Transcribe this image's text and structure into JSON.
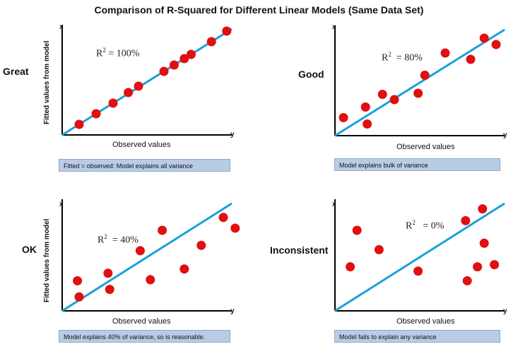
{
  "title": "Comparison of R-Squared for Different Linear Models (Same Data Set)",
  "labels": {
    "x_axis": "Observed values",
    "y_axis": "Fitted values from model",
    "x_letter": "x",
    "y_letter": "y"
  },
  "panels": [
    {
      "rating": "Great",
      "r2_label": "R",
      "r2_value": "= 100%",
      "caption": "Fitted = observed: Model explains all variance"
    },
    {
      "rating": "Good",
      "r2_label": "R",
      "r2_value": "= 80%",
      "caption": "Model explains bulk of variance"
    },
    {
      "rating": "OK",
      "r2_label": "R",
      "r2_value": "= 40%",
      "caption": "Model explains 40% of variance, so is reasonable."
    },
    {
      "rating": "Inconsistent",
      "r2_label": "R",
      "r2_value": "= 0%",
      "caption": "Model fails to explain any variance"
    }
  ],
  "colors": {
    "point": "#e01010",
    "fit_line": "#1aa0dc",
    "axis": "#000000",
    "caption_bg": "#b8cce4"
  },
  "chart_data": [
    {
      "type": "scatter",
      "title": "",
      "xlabel": "Observed values",
      "ylabel": "Fitted values from model",
      "xlim": [
        0,
        1
      ],
      "ylim": [
        0,
        1
      ],
      "fit_line": [
        [
          0,
          0
        ],
        [
          1,
          1
        ]
      ],
      "points": [
        [
          0.1,
          0.1
        ],
        [
          0.2,
          0.2
        ],
        [
          0.3,
          0.3
        ],
        [
          0.39,
          0.4
        ],
        [
          0.45,
          0.46
        ],
        [
          0.6,
          0.6
        ],
        [
          0.66,
          0.66
        ],
        [
          0.72,
          0.72
        ],
        [
          0.76,
          0.76
        ],
        [
          0.88,
          0.88
        ],
        [
          0.97,
          0.98
        ]
      ]
    },
    {
      "type": "scatter",
      "title": "",
      "xlabel": "Observed values",
      "ylabel": "",
      "xlim": [
        0,
        1
      ],
      "ylim": [
        0,
        1
      ],
      "fit_line": [
        [
          0,
          0
        ],
        [
          1,
          1
        ]
      ],
      "points": [
        [
          0.05,
          0.17
        ],
        [
          0.18,
          0.27
        ],
        [
          0.19,
          0.11
        ],
        [
          0.28,
          0.39
        ],
        [
          0.35,
          0.34
        ],
        [
          0.49,
          0.4
        ],
        [
          0.53,
          0.57
        ],
        [
          0.65,
          0.78
        ],
        [
          0.8,
          0.72
        ],
        [
          0.88,
          0.92
        ],
        [
          0.95,
          0.86
        ]
      ]
    },
    {
      "type": "scatter",
      "title": "",
      "xlabel": "Observed values",
      "ylabel": "Fitted values from model",
      "xlim": [
        0,
        1
      ],
      "ylim": [
        0,
        1
      ],
      "fit_line": [
        [
          0,
          0
        ],
        [
          1,
          1
        ]
      ],
      "points": [
        [
          0.09,
          0.28
        ],
        [
          0.1,
          0.13
        ],
        [
          0.27,
          0.35
        ],
        [
          0.28,
          0.2
        ],
        [
          0.46,
          0.56
        ],
        [
          0.52,
          0.29
        ],
        [
          0.59,
          0.75
        ],
        [
          0.72,
          0.39
        ],
        [
          0.82,
          0.61
        ],
        [
          0.95,
          0.87
        ],
        [
          1.02,
          0.77
        ]
      ]
    },
    {
      "type": "scatter",
      "title": "",
      "xlabel": "Observed values",
      "ylabel": "",
      "xlim": [
        0,
        1
      ],
      "ylim": [
        0,
        1
      ],
      "fit_line": [
        [
          0,
          0
        ],
        [
          1,
          1
        ]
      ],
      "points": [
        [
          0.09,
          0.41
        ],
        [
          0.13,
          0.75
        ],
        [
          0.26,
          0.57
        ],
        [
          0.49,
          0.37
        ],
        [
          0.77,
          0.84
        ],
        [
          0.78,
          0.28
        ],
        [
          0.84,
          0.41
        ],
        [
          0.87,
          0.95
        ],
        [
          0.88,
          0.63
        ],
        [
          0.94,
          0.43
        ]
      ]
    }
  ]
}
